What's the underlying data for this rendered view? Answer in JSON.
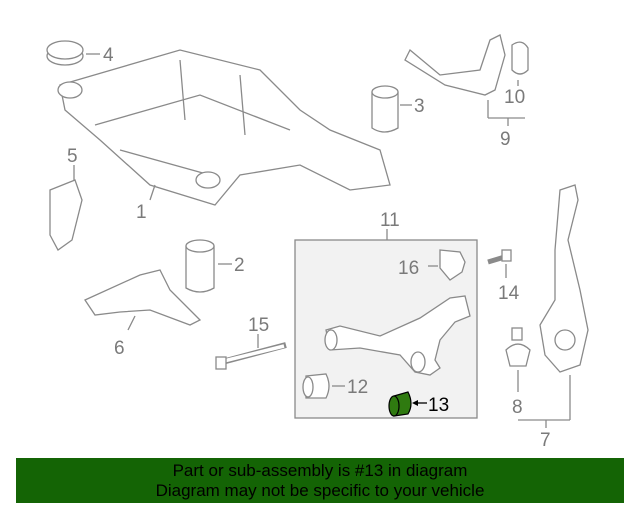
{
  "callouts": {
    "c1": "1",
    "c2": "2",
    "c3": "3",
    "c4": "4",
    "c5": "5",
    "c6": "6",
    "c7": "7",
    "c8": "8",
    "c9": "9",
    "c10": "10",
    "c11": "11",
    "c12": "12",
    "c13": "13",
    "c14": "14",
    "c15": "15",
    "c16": "16"
  },
  "highlight_color": "#2f7a10",
  "banner": {
    "line1": "Part or sub-assembly is #13 in diagram",
    "line2": "Diagram may not be specific to your vehicle",
    "background": "#146405"
  }
}
